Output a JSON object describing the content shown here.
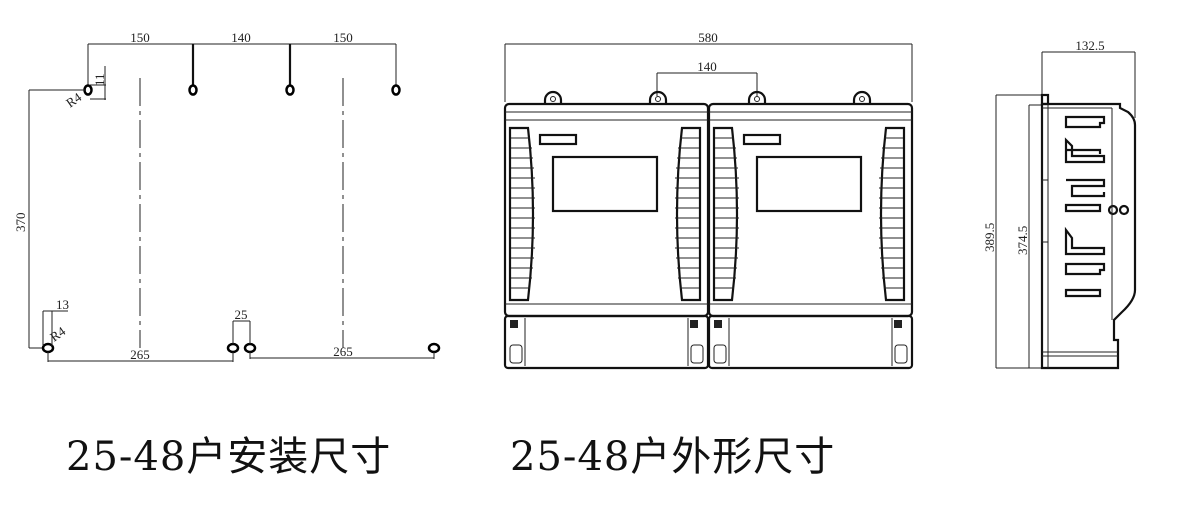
{
  "installation": {
    "caption": "25-48户安装尺寸",
    "dims": {
      "top_left": "150",
      "top_mid": "140",
      "top_right": "150",
      "height": "370",
      "offset_top": "11",
      "radius_top": "R4",
      "offset_bottom": "13",
      "radius_bottom": "R4",
      "gap": "25",
      "bottom_left": "265",
      "bottom_right": "265"
    }
  },
  "outline": {
    "caption": "25-48户外形尺寸",
    "dims": {
      "width": "580",
      "module_pitch": "140"
    }
  },
  "side": {
    "dims": {
      "depth": "132.5",
      "height_total": "389.5",
      "height_body": "374.5"
    }
  }
}
